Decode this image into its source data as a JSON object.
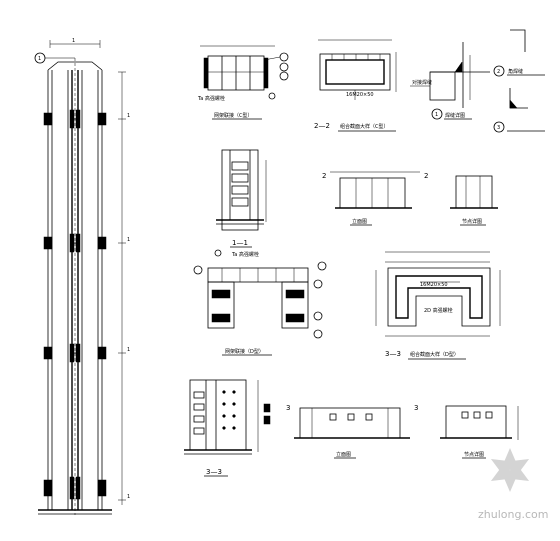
{
  "column": {
    "axis_label": "1",
    "dimension_top": "1",
    "elevation_marks": [
      "1",
      "1",
      "1",
      "1"
    ]
  },
  "details": {
    "c_beam_joint_title": "网架联接（C型）",
    "c_bolt_note": "Ta 高强螺栓",
    "c_section_label": "2—2",
    "c_section_title": "组合截面大样（C型）",
    "c_section_note": "16M20×50",
    "weld_detail_title": "焊缝详图",
    "weld_note_a": "对接焊缝",
    "weld_note_b": "角焊缝",
    "circle_1": "1",
    "circle_2": "2",
    "circle_3": "3",
    "section_1_label": "1—1",
    "elev_a_label": "2",
    "elev_a_title": "立面图",
    "elev_b_title": "节点详图",
    "d_beam_joint_title": "网架联接（D型）",
    "d_bolt_note": "Ta 高强螺栓",
    "d_section_label": "3—3",
    "d_section_title": "组合截面大样（D型）",
    "d_section_note": "16M20×50",
    "d_section_note2": "2D 高强螺栓",
    "section_3_label": "3—3",
    "elev_c_label": "3",
    "elev_c_title": "立面图",
    "elev_d_title": "节点详图"
  },
  "watermark": {
    "text": "zhulong.com"
  }
}
